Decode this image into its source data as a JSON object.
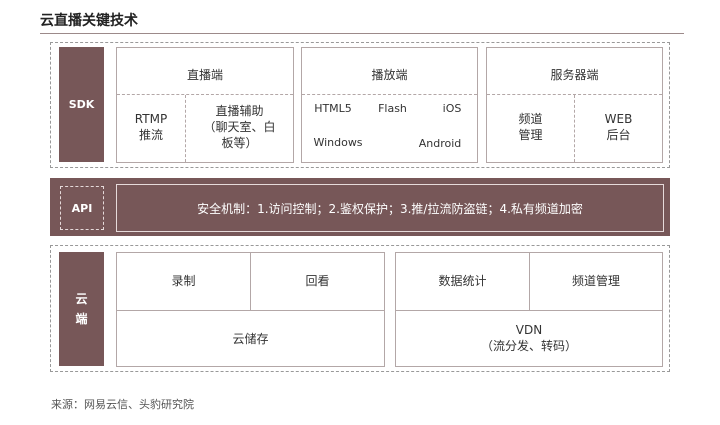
{
  "title": "云直播关键技术",
  "sdk": {
    "label": "SDK",
    "broadcaster": {
      "header": "直播端",
      "rtmp_line1": "RTMP",
      "rtmp_line2": "推流",
      "aux_line1": "直播辅助",
      "aux_line2": "（聊天室、白",
      "aux_line3": "板等）"
    },
    "player": {
      "header": "播放端",
      "items": [
        "HTML5",
        "Flash",
        "iOS",
        "Windows",
        "Android"
      ]
    },
    "server": {
      "header": "服务器端",
      "channel_line1": "频道",
      "channel_line2": "管理",
      "web_line1": "WEB",
      "web_line2": "后台"
    }
  },
  "api": {
    "label": "API",
    "text": "安全机制：1.访问控制；2.鉴权保护；3.推/拉流防盗链；4.私有频道加密"
  },
  "cloud": {
    "label_line1": "云",
    "label_line2": "端",
    "record": "录制",
    "playback": "回看",
    "storage": "云储存",
    "stats": "数据统计",
    "channel_mgmt": "频道管理",
    "vdn_line1": "VDN",
    "vdn_line2": "（流分发、转码）"
  },
  "source": "来源：网易云信、头豹研究院"
}
